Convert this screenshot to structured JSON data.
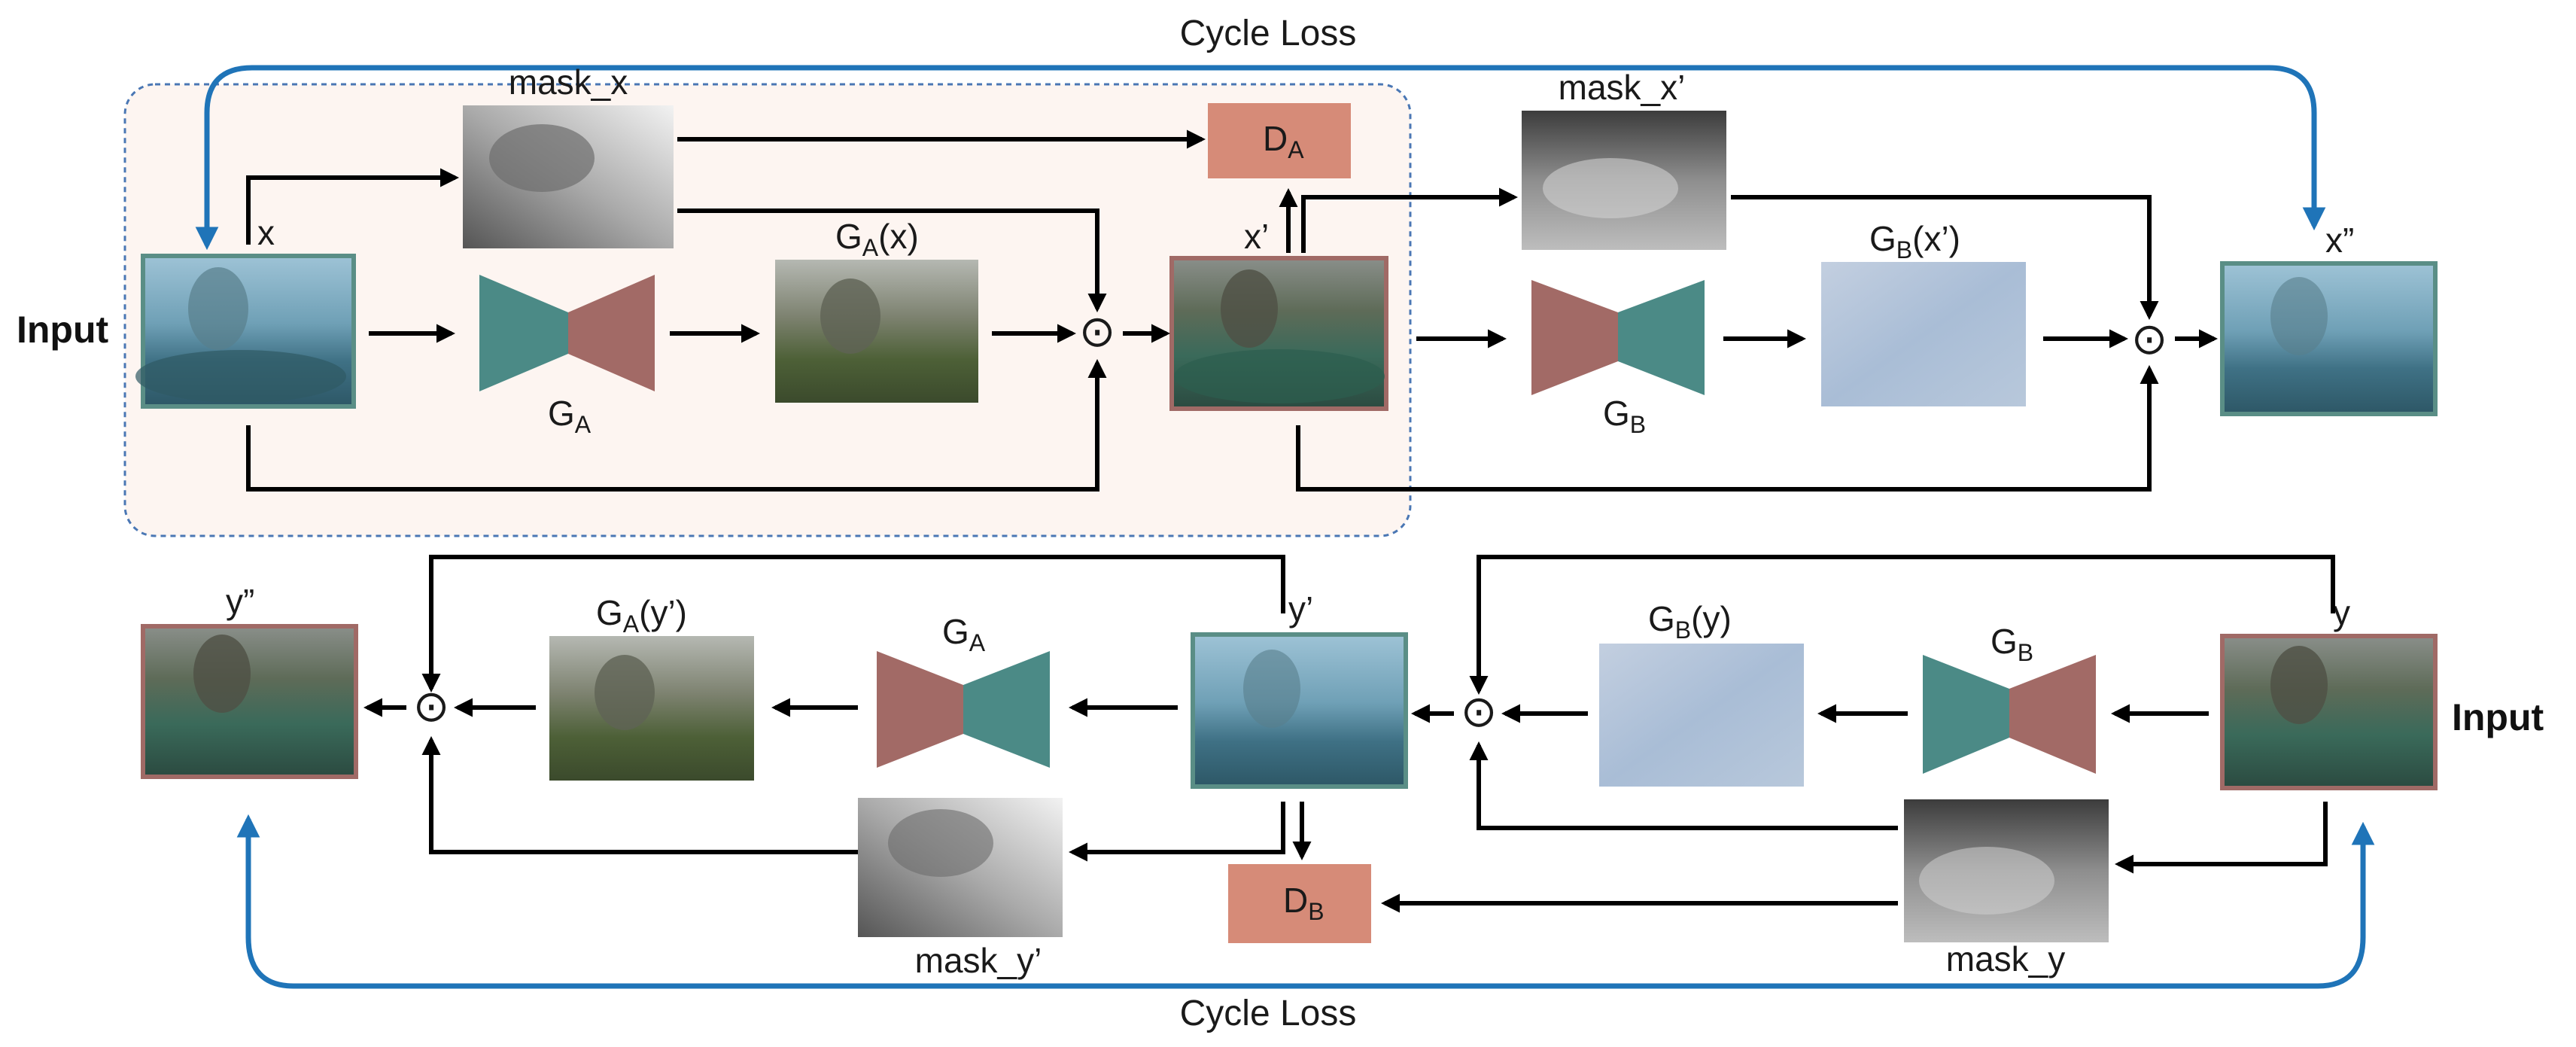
{
  "colors": {
    "teal": "#4b8a86",
    "brown": "#a26a66",
    "discriminator": "#d68b78",
    "cycle_arrow": "#1f74b8",
    "highlight_fill": "#fdf5f1",
    "highlight_border": "#4a77b4",
    "frame_teal": "#5a8e86",
    "frame_brown": "#a06a66"
  },
  "labels": {
    "cycle_loss_top": "Cycle Loss",
    "cycle_loss_bottom": "Cycle Loss",
    "input_top": "Input",
    "input_bottom": "Input",
    "mask_x": "mask_x",
    "mask_x_prime": "mask_x’",
    "mask_y": "mask_y",
    "mask_y_prime": "mask_y’",
    "x": "x",
    "x_prime": "x’",
    "x_double": "x”",
    "y": "y",
    "y_prime": "y’",
    "y_double": "y”",
    "odot": "⊙",
    "ga_top": {
      "base": "G",
      "sub": "A"
    },
    "gb_top": {
      "base": "G",
      "sub": "B"
    },
    "ga_bottom": {
      "base": "G",
      "sub": "A"
    },
    "gb_bottom": {
      "base": "G",
      "sub": "B"
    },
    "ga_x": {
      "base": "G",
      "sub": "A",
      "arg": "(x)"
    },
    "gb_xp": {
      "base": "G",
      "sub": "B",
      "arg": "(x’)"
    },
    "gb_y": {
      "base": "G",
      "sub": "B",
      "arg": "(y)"
    },
    "ga_yp": {
      "base": "G",
      "sub": "A",
      "arg": "(y’)"
    },
    "da": {
      "base": "D",
      "sub": "A"
    },
    "db": {
      "base": "D",
      "sub": "B"
    }
  }
}
